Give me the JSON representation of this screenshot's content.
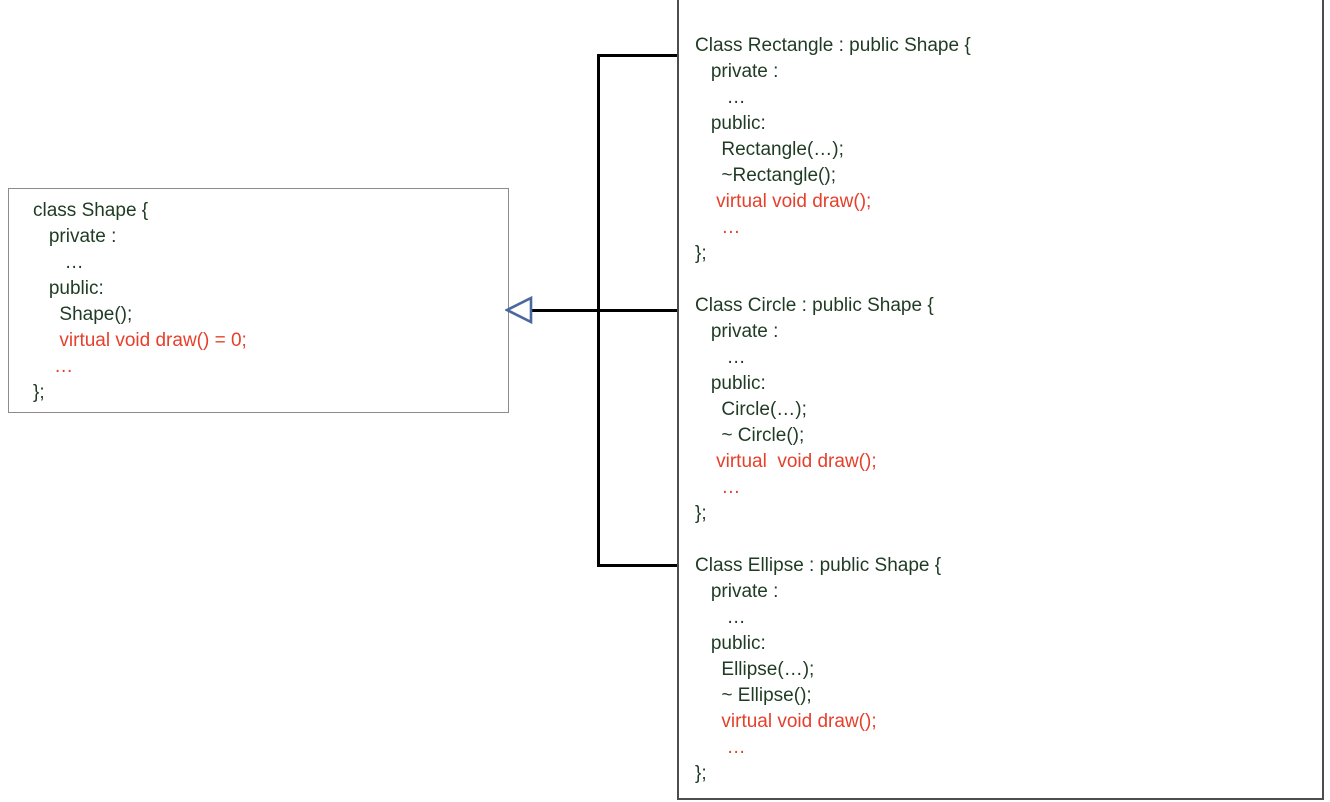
{
  "colors": {
    "code_green": "#1f3b23",
    "code_red": "#e5402c",
    "connector_black": "#000000",
    "arrow_blue": "#4a689e",
    "left_box_border": "#8c8c8c",
    "right_box_border": "#4d4d4d"
  },
  "base_class_box": {
    "name": "Shape",
    "lines": [
      {
        "text": "class Shape {",
        "color": "green"
      },
      {
        "text": "   private :",
        "color": "green"
      },
      {
        "text": "      …",
        "color": "green"
      },
      {
        "text": "   public:",
        "color": "green"
      },
      {
        "text": "     Shape();",
        "color": "green"
      },
      {
        "text": "     virtual void draw() = 0;",
        "color": "red"
      },
      {
        "text": "    …",
        "color": "red"
      },
      {
        "text": "};",
        "color": "green"
      }
    ]
  },
  "derived_classes_panel": {
    "sections": [
      {
        "name": "Rectangle",
        "lines": [
          {
            "text": "Class Rectangle : public Shape {",
            "color": "green"
          },
          {
            "text": "   private :",
            "color": "green"
          },
          {
            "text": "      …",
            "color": "green"
          },
          {
            "text": "   public:",
            "color": "green"
          },
          {
            "text": "     Rectangle(…);",
            "color": "green"
          },
          {
            "text": "     ~Rectangle();",
            "color": "green"
          },
          {
            "text": "    virtual void draw();",
            "color": "red"
          },
          {
            "text": "     …",
            "color": "red"
          },
          {
            "text": "};",
            "color": "green"
          }
        ]
      },
      {
        "name": "Circle",
        "lines": [
          {
            "text": "Class Circle : public Shape {",
            "color": "green"
          },
          {
            "text": "   private :",
            "color": "green"
          },
          {
            "text": "      …",
            "color": "green"
          },
          {
            "text": "   public:",
            "color": "green"
          },
          {
            "text": "     Circle(…);",
            "color": "green"
          },
          {
            "text": "     ~ Circle();",
            "color": "green"
          },
          {
            "text": "    virtual  void draw();",
            "color": "red"
          },
          {
            "text": "     …",
            "color": "red"
          },
          {
            "text": "};",
            "color": "green"
          }
        ]
      },
      {
        "name": "Ellipse",
        "lines": [
          {
            "text": "Class Ellipse : public Shape {",
            "color": "green"
          },
          {
            "text": "   private :",
            "color": "green"
          },
          {
            "text": "      …",
            "color": "green"
          },
          {
            "text": "   public:",
            "color": "green"
          },
          {
            "text": "     Ellipse(…);",
            "color": "green"
          },
          {
            "text": "     ~ Ellipse();",
            "color": "green"
          },
          {
            "text": "     virtual void draw();",
            "color": "red"
          },
          {
            "text": "      …",
            "color": "red"
          },
          {
            "text": "};",
            "color": "green"
          }
        ]
      }
    ]
  },
  "connector": {
    "type": "uml-inheritance",
    "arrowhead": "hollow-triangle-pointing-left",
    "from": [
      "Rectangle",
      "Circle",
      "Ellipse"
    ],
    "to": "Shape"
  }
}
